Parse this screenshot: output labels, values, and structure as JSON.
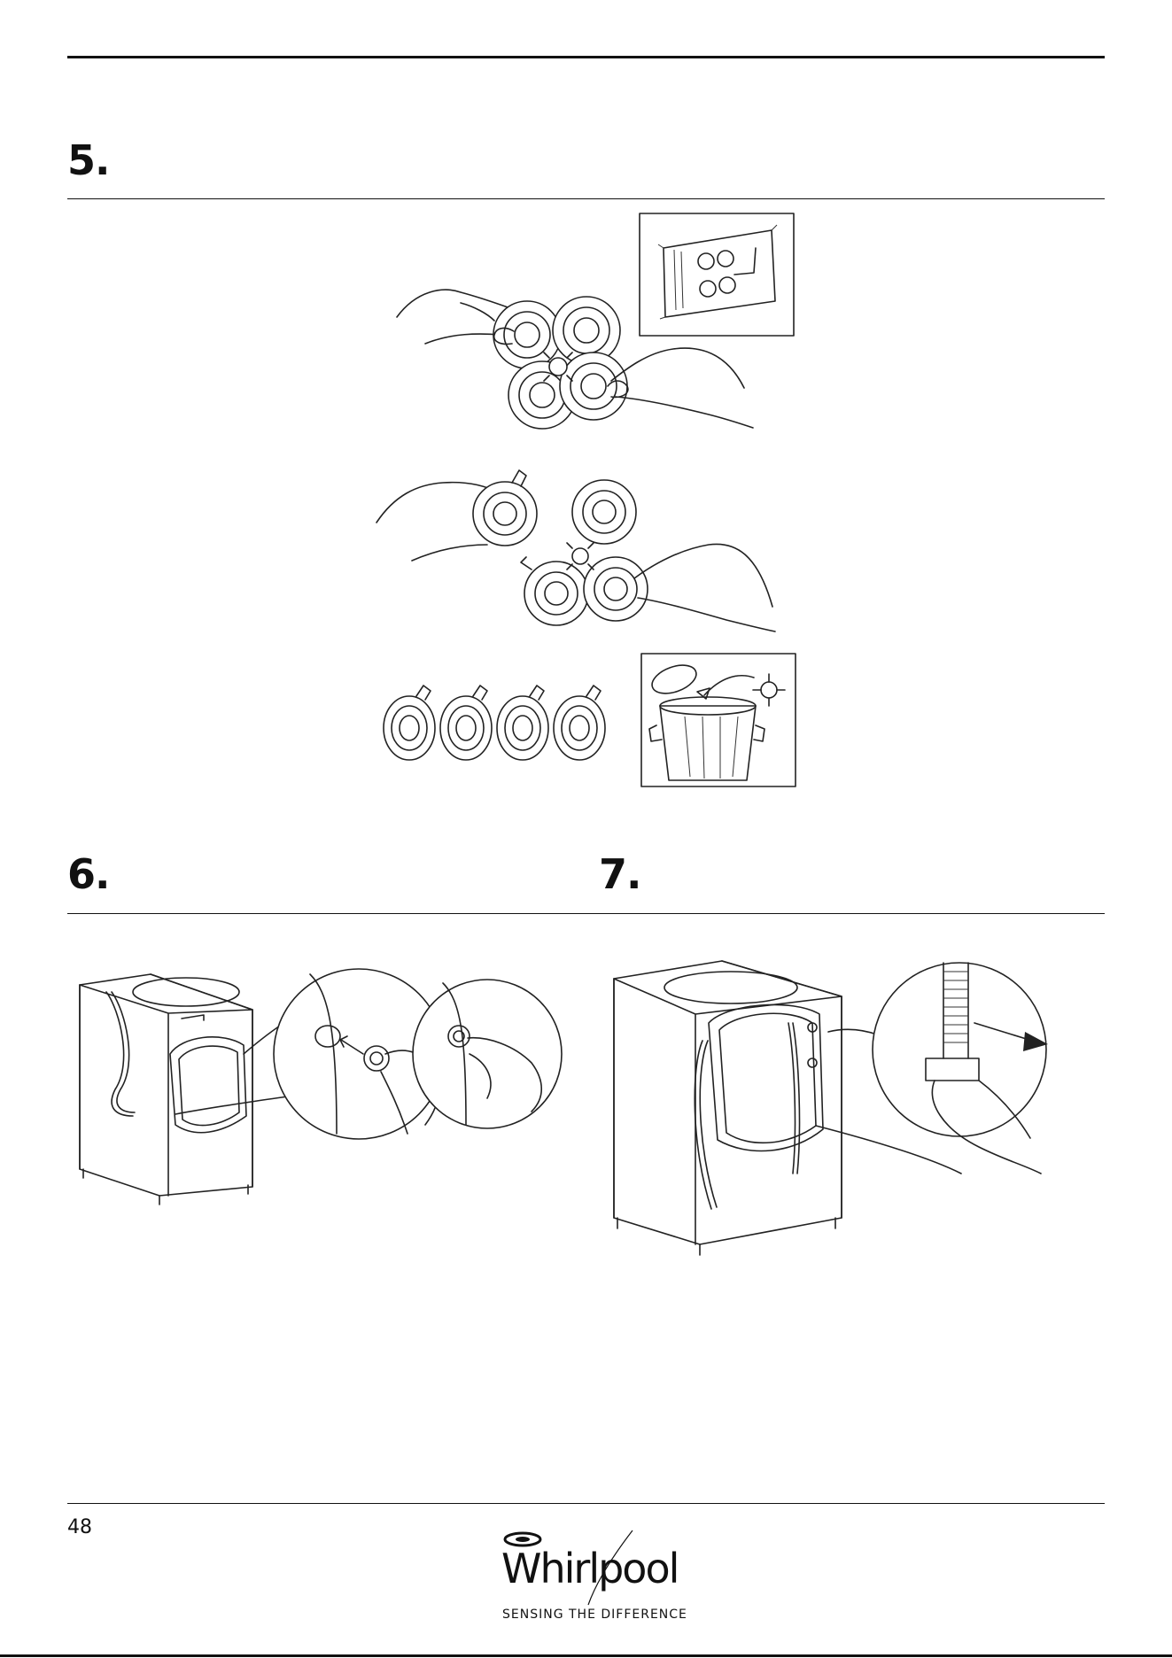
{
  "steps": {
    "s5": "5.",
    "s6": "6.",
    "s7": "7."
  },
  "footer": {
    "page_number": "48",
    "brand": "Whirlpool",
    "tagline": "SENSING THE DIFFERENCE"
  }
}
